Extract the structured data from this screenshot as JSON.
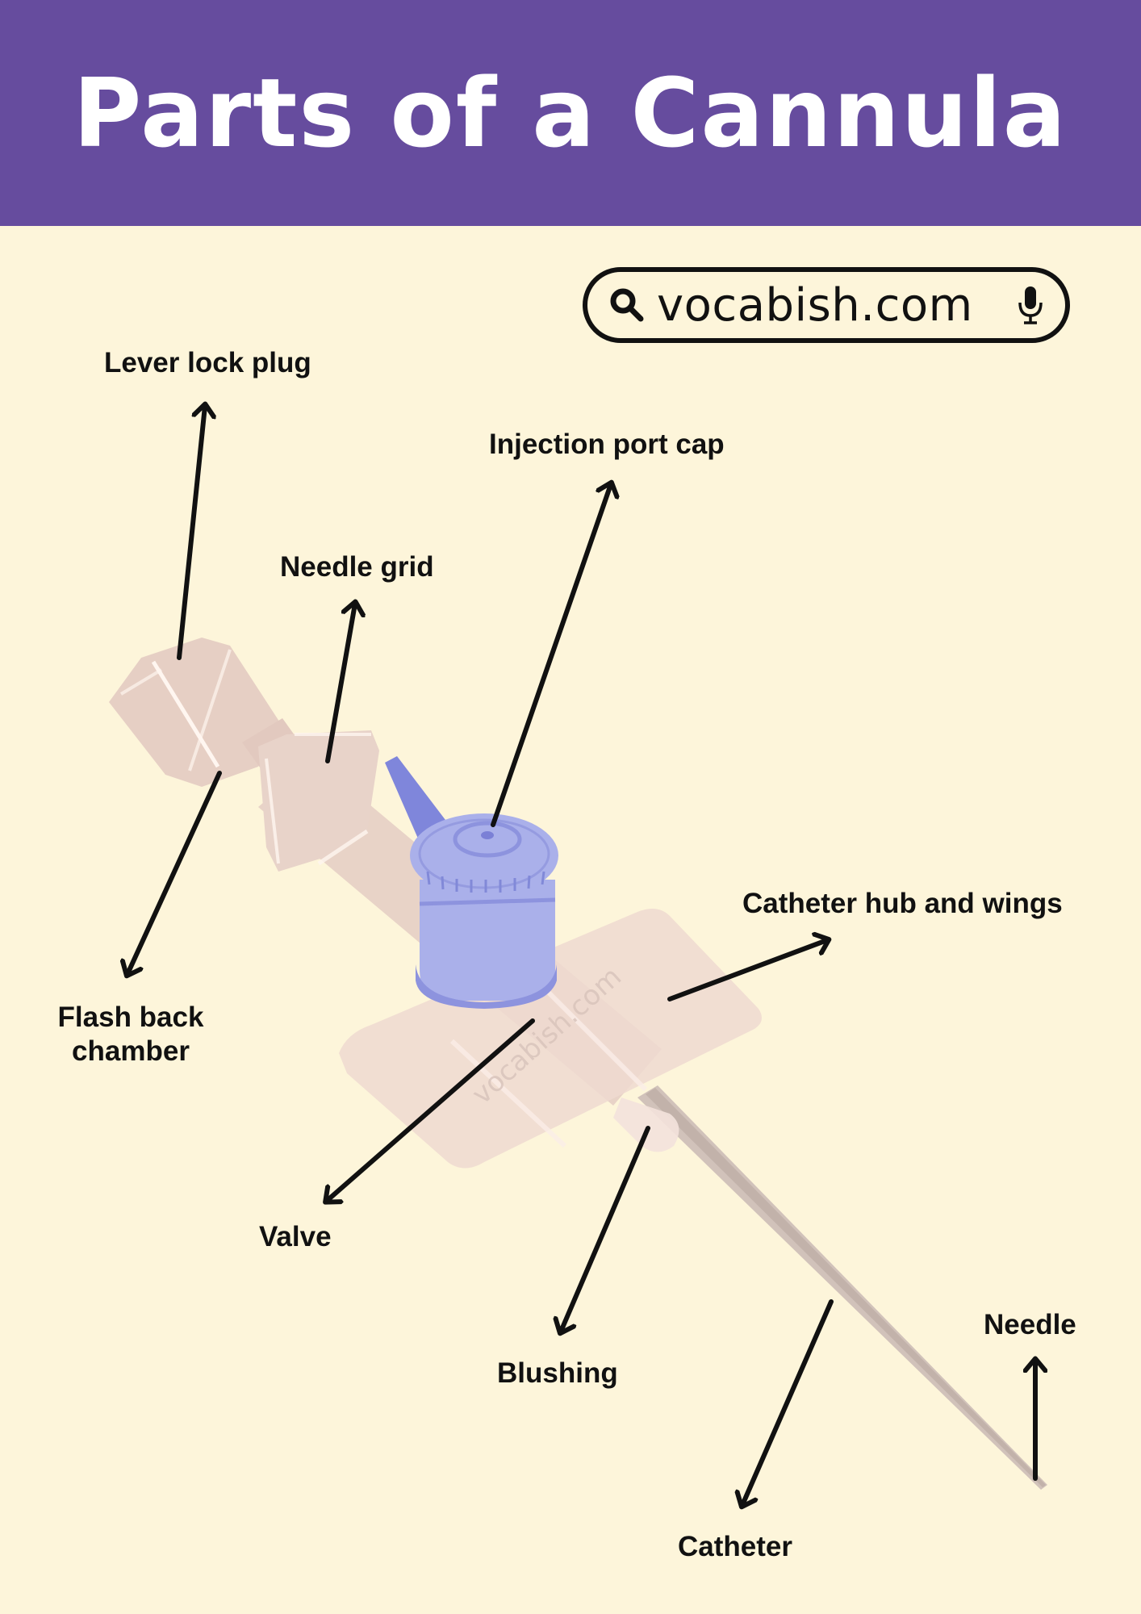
{
  "header": {
    "title": "Parts of a Cannula",
    "background_color": "#664c9e",
    "text_color": "#ffffff"
  },
  "search_badge": {
    "url_text": "vocabish.com",
    "left_icon": "search-icon",
    "right_icon": "microphone-icon"
  },
  "watermark": "vocabish.com",
  "colors": {
    "page_background": "#fdf5da",
    "cannula_body": "#e6cfc4",
    "injection_port_cap": "#a8ade8",
    "injection_port_cap_dark": "#7b80d6",
    "needle": "#c9b9b4",
    "arrow": "#111111"
  },
  "labels": [
    {
      "id": "lever-lock-plug",
      "text": "Lever lock plug"
    },
    {
      "id": "injection-port-cap",
      "text": "Injection port cap"
    },
    {
      "id": "needle-grid",
      "text": "Needle grid"
    },
    {
      "id": "catheter-hub-and-wings",
      "text": "Catheter hub and wings"
    },
    {
      "id": "flash-back-chamber",
      "line1": "Flash back",
      "line2": "chamber"
    },
    {
      "id": "valve",
      "text": "Valve"
    },
    {
      "id": "blushing",
      "text": "Blushing"
    },
    {
      "id": "needle",
      "text": "Needle"
    },
    {
      "id": "catheter",
      "text": "Catheter"
    }
  ]
}
